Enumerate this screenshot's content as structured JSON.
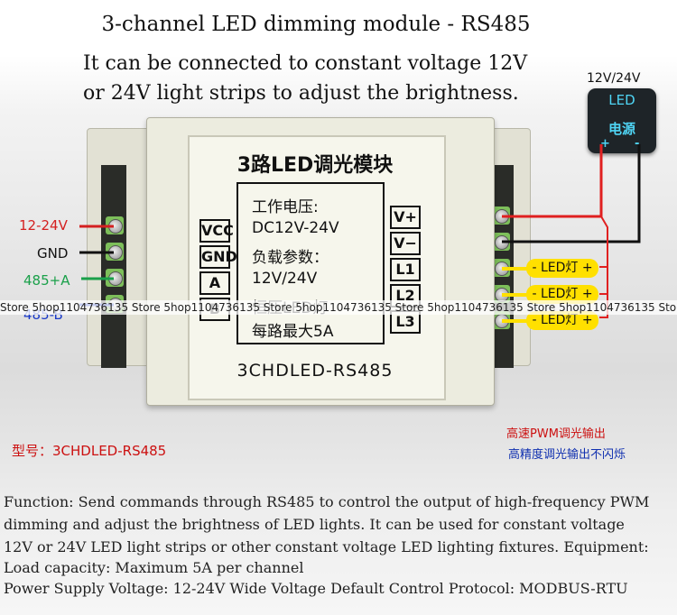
{
  "header": {
    "title": "3-channel LED dimming module - RS485",
    "subtitle_line1": "It can be connected to constant voltage 12V",
    "subtitle_line2": "or 24V light strips to adjust the brightness."
  },
  "power_supply": {
    "voltage": "12V/24V",
    "led_text": "LED",
    "name": "电源",
    "plus": "+",
    "minus": "-",
    "icon": "power-supply-icon"
  },
  "device": {
    "title": "3路LED调光模块",
    "spec_lines": [
      "工作电压:",
      "DC12V-24V",
      "负载参数：",
      "12V/24V",
      "恒压LED灯",
      "每路最大5A"
    ],
    "model": "3CHDLED-RS485",
    "left_terminal_labels": [
      "VCC",
      "GND",
      "A",
      "B"
    ],
    "right_terminal_labels": [
      "V+",
      "V−",
      "L1",
      "L2",
      "L3"
    ]
  },
  "left_wires": {
    "labels": [
      "12-24V",
      "GND",
      "485+A",
      "485-B"
    ],
    "colors": [
      "#d42020",
      "#111111",
      "#1aa04a",
      "#1838c8"
    ]
  },
  "lamp_labels": [
    "- LED灯 +",
    "- LED灯 +",
    "- LED灯 +"
  ],
  "wire_colors": {
    "positive": "#e02020",
    "negative": "#111111",
    "lamp": "#ffe000"
  },
  "watermark": "Store  5hop1104736135 Store  5hop1104736135 Store  5hop1104736135 Store  5hop1104736135 Store  5hop1104736135 Store  5hop1104736135 Store  5",
  "model_label": "型号：3CHDLED-RS485",
  "pwm_notes": {
    "line1": "高速PWM调光输出",
    "line2": "高精度调光输出不闪烁"
  },
  "description": [
    "Function: Send commands through RS485 to control the output of high-frequency PWM",
    "dimming and adjust the brightness of LED lights. It can be used for constant voltage",
    "12V or 24V LED light strips or other constant voltage LED lighting fixtures. Equipment:",
    " Load capacity: Maximum 5A per channel",
    "Power Supply Voltage: 12-24V Wide Voltage Default Control Protocol: MODBUS-RTU"
  ]
}
